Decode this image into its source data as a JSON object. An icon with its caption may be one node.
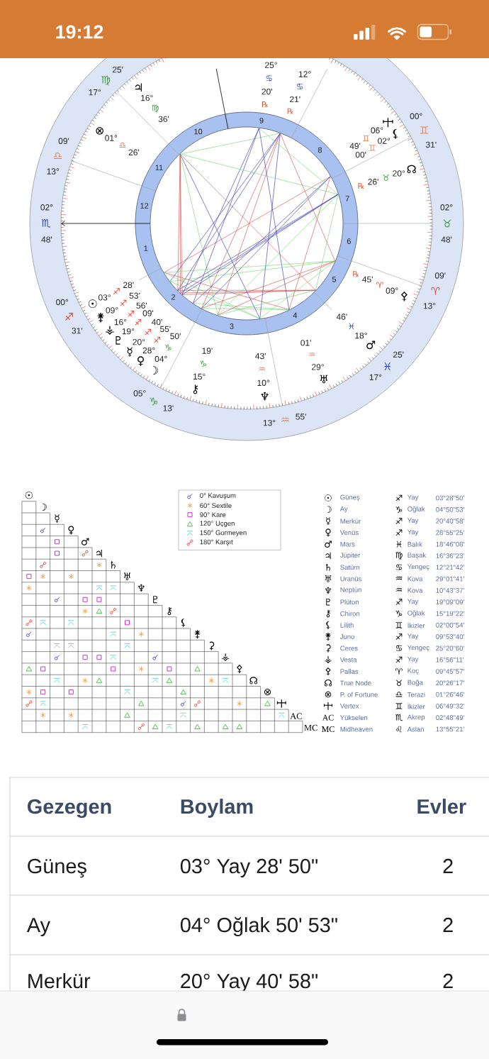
{
  "diagram": {
    "labels": [
      "19:12",
      "25°",
      "♋",
      "20'",
      "℞",
      "12°",
      "♋",
      "21'",
      "℞",
      "17°",
      "♍",
      "25'",
      "♃",
      "16°",
      "♍",
      "36'",
      "⊗",
      "01°",
      "♎",
      "26'",
      "13°",
      "♎",
      "09'",
      "06°",
      "♊",
      "49'",
      "⚸",
      "02°",
      "♊",
      "00'",
      "00°",
      "♊",
      "31'",
      "☊",
      "20°",
      "♉",
      "26'",
      "℞",
      "02°",
      "♏",
      "48'",
      "02°",
      "♉",
      "48'",
      "⚴",
      "09°",
      "♈",
      "45'",
      "℞",
      "13°",
      "♈",
      "09'",
      "☉",
      "03°",
      "♐",
      "28'",
      "⚵",
      "09°",
      "♐",
      "53'",
      "00°",
      "♐",
      "31'",
      "⚶",
      "16°",
      "♐",
      "56'",
      "♇",
      "19°",
      "♐",
      "09'",
      "☿",
      "20°",
      "♐",
      "40'",
      "♀",
      "28°",
      "♐",
      "55'",
      "☽",
      "04°",
      "♑",
      "50'",
      "♂",
      "18°",
      "♓",
      "46'",
      "17°",
      "♓",
      "25'",
      "♅",
      "29°",
      "♒",
      "01'",
      "⚷",
      "15°",
      "♑",
      "19'",
      "♆",
      "10°",
      "♒",
      "43'",
      "05°",
      "♑",
      "13'",
      "13°",
      "♒",
      "55'",
      "1",
      "2",
      "3",
      "4",
      "5",
      "6",
      "7",
      "8",
      "9",
      "10",
      "11",
      "12",
      "☉",
      "☽",
      "☿",
      "♀",
      "♂",
      "♃",
      "♄",
      "♅",
      "♆",
      "♇",
      "⚷",
      "⚸",
      "⚵",
      "⚳",
      "⚶",
      "⚴",
      "☊",
      "⊗",
      "AC",
      "MC",
      "☉",
      "Güneş",
      "♐",
      "Yay",
      "03°28\"50'",
      "☽",
      "Ay",
      "♑",
      "Oğlak",
      "04°50\"53'",
      "☿",
      "Merkür",
      "♐",
      "Yay",
      "20°40\"58'",
      "♀",
      "Venüs",
      "♐",
      "Yay",
      "28°55\"25'",
      "♂",
      "Mars",
      "♓",
      "Balık",
      "18°46\"08'",
      "♃",
      "Jüpiter",
      "♍",
      "Başak",
      "16°36\"23'",
      "♄",
      "Satürn",
      "♋",
      "Yengeç",
      "12°21\"42'",
      "♅",
      "Uranüs",
      "♒",
      "Kova",
      "29°01\"41'",
      "♆",
      "Neptün",
      "♒",
      "Kova",
      "10°43\"37'",
      "♇",
      "Plüton",
      "♐",
      "Yay",
      "19°09\"09'",
      "⚷",
      "Chiron",
      "♑",
      "Oğlak",
      "15°19\"22'",
      "⚸",
      "Lilith",
      "♊",
      "İkizler",
      "02°00\"54'",
      "⚵",
      "Juno",
      "♐",
      "Yay",
      "09°53\"40'",
      "⚳",
      "Ceres",
      "♋",
      "Yengeç",
      "25°20\"60'",
      "⚶",
      "Vesta",
      "♐",
      "Yay",
      "16°56\"11'",
      "⚴",
      "Pallas",
      "♈",
      "Koç",
      "09°45\"57'",
      "☊",
      "True Node",
      "♉",
      "Boğa",
      "20°26\"17'",
      "⊗",
      "P. of Fortune",
      "♎",
      "Terazi",
      "01°26\"46'",
      "Vertex",
      "♊",
      "İkizler",
      "06°49\"32'",
      "AC",
      "Yükselen",
      "♏",
      "Akrep",
      "02°48\"49'",
      "MC",
      "Midheaven",
      "♌",
      "Aslan",
      "13°55\"21'",
      "Gezegen",
      "Boylam",
      "Evler",
      "Güneş",
      "03° Yay 28' 50\"",
      "2",
      "Ay",
      "04° Oğlak 50' 53\"",
      "2",
      "Merkür",
      "20° Yay 40' 58\"",
      "2"
    ],
    "legend": [
      {
        "text": "0° Kavuşum"
      },
      {
        "text": "60° Sextile"
      },
      {
        "text": "90° Kare"
      },
      {
        "text": "120° Uçgen"
      },
      {
        "text": "150° Gormeyen"
      },
      {
        "text": "180° Karşıt"
      }
    ]
  }
}
